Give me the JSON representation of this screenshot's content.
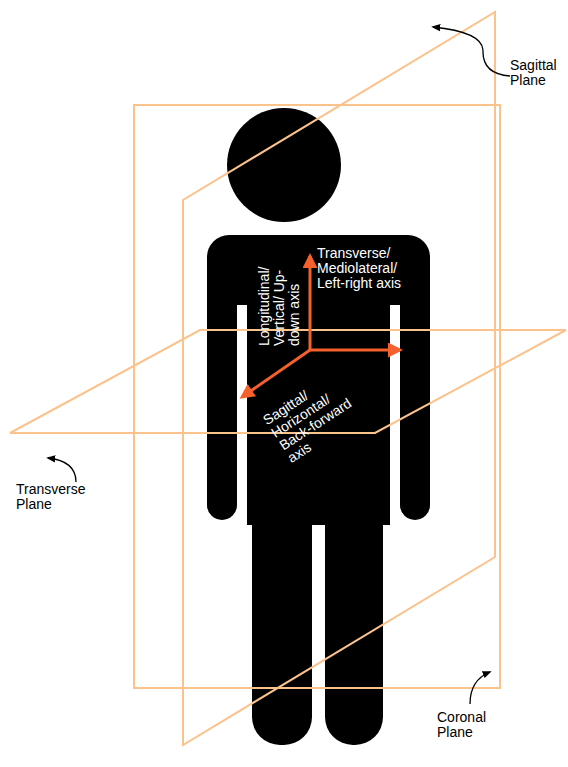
{
  "diagram": {
    "labels": [
      "Sagittal Plane",
      "Longitudinal/ Vertical/ Up-down axis",
      "Transverse/ Mediolateral/ Left-right axis",
      "Sagittal/ Horizontal/ Back-forward axis",
      "Transverse Plane",
      "Coronal Plane"
    ]
  }
}
